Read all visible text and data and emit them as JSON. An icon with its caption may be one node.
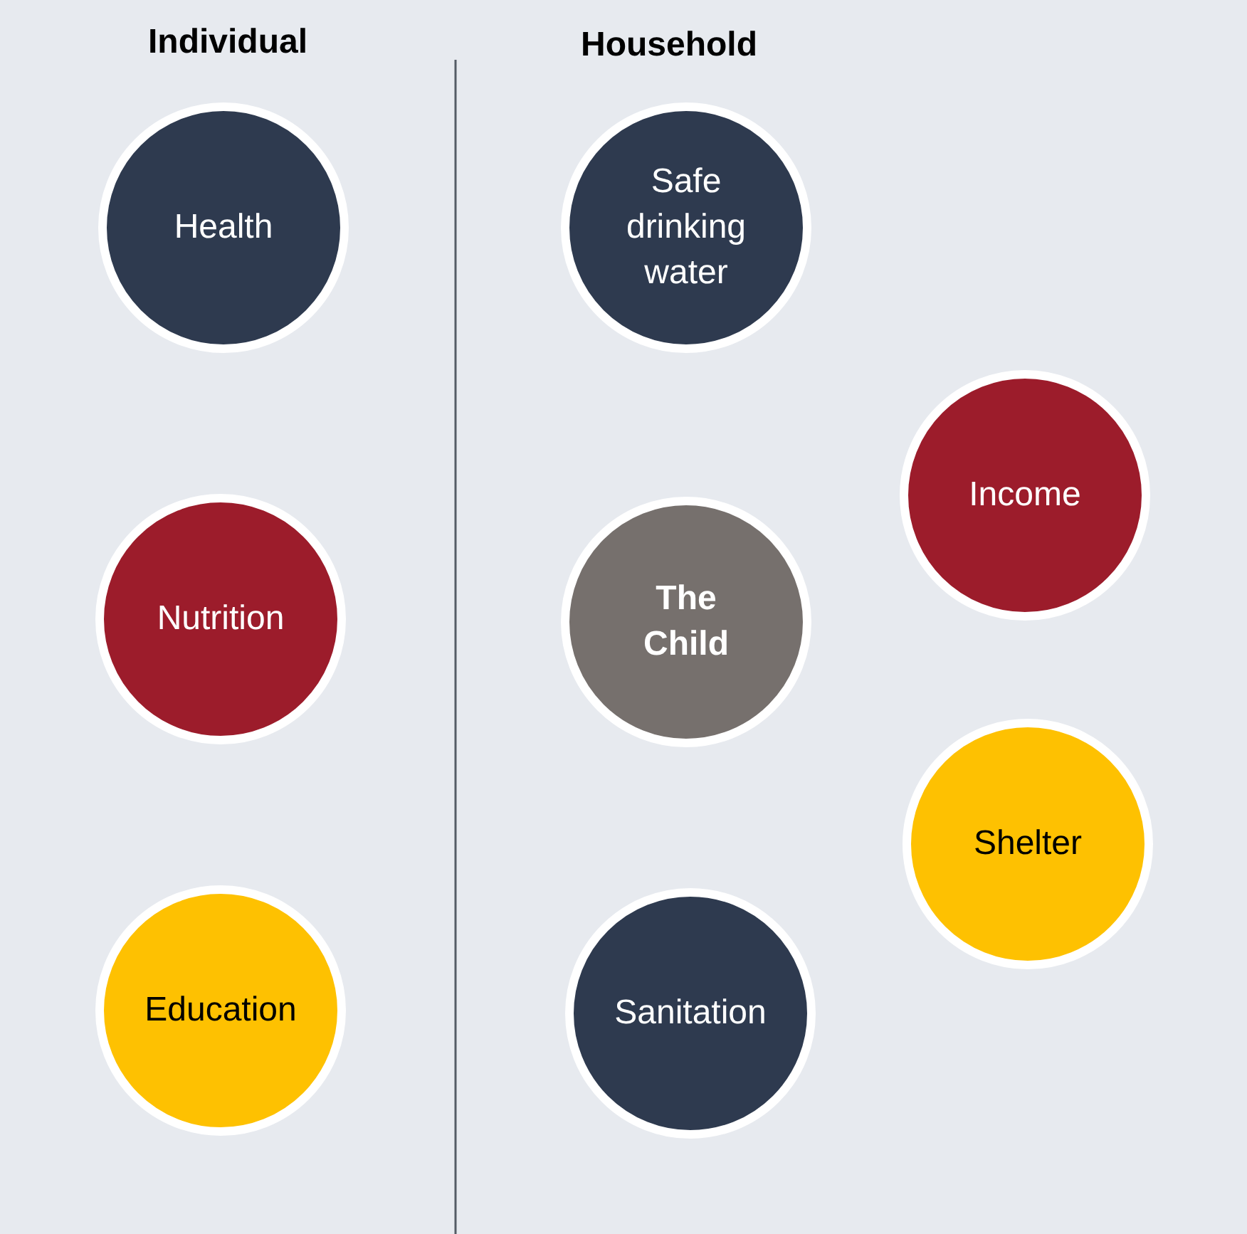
{
  "diagram": {
    "nodes": [
      {
        "text": [
          "Health"
        ]
      },
      {
        "text": [
          "Safe drinking water"
        ]
      },
      {
        "text": [
          "Income"
        ]
      },
      {
        "text": [
          "Nutrition"
        ]
      },
      {
        "text": [
          "The Child"
        ]
      },
      {
        "text": [
          "Shelter"
        ]
      },
      {
        "text": [
          "Education"
        ]
      },
      {
        "text": [
          "Sanitation"
        ]
      }
    ],
    "edges": [],
    "labels": [
      "Individual",
      "Household"
    ]
  }
}
